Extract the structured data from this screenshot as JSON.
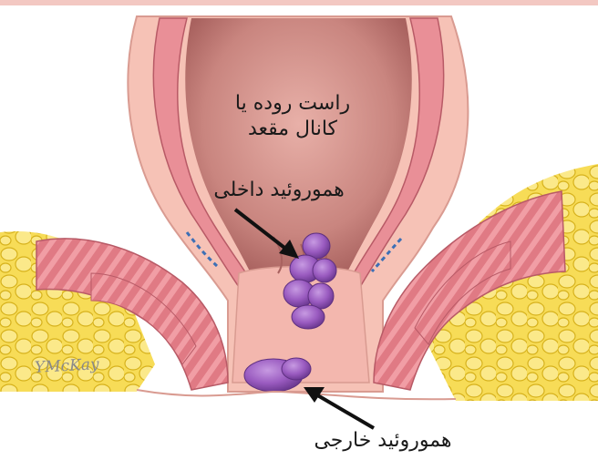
{
  "labels": {
    "rectum_line1": "راست روده یا",
    "rectum_line2": "کانال مقعد",
    "internal_hemorrhoid": "هموروئید داخلی",
    "external_hemorrhoid": "هموروئید خارجی"
  },
  "signature": "YMcKay",
  "colors": {
    "fat_yellow": "#f5d53a",
    "muscle_pink": "#e07a84",
    "wall_light": "#f6c2b6",
    "lumen": "#c9857f",
    "hemorrhoid_purple": "#9a5bc0",
    "arrow_black": "#111111"
  }
}
